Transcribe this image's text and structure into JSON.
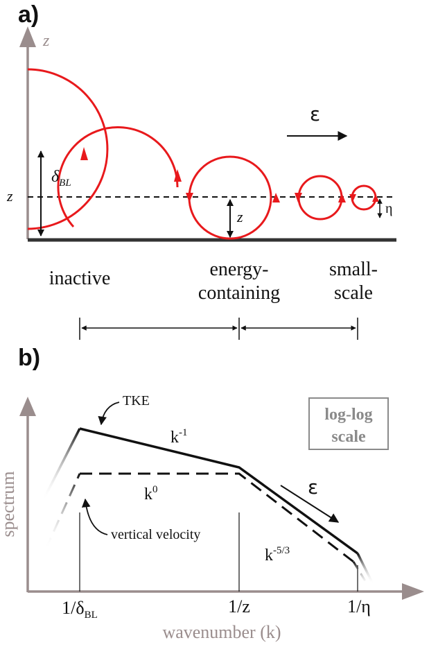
{
  "panel_a": {
    "label": "a)",
    "z_axis_label": "z",
    "z_level_label": "z",
    "delta_label": "δ",
    "delta_sub": "BL",
    "eddy_z_label": "z",
    "eta_label": "η",
    "epsilon_label": "ε",
    "regions": {
      "inactive": "inactive",
      "energy_line1": "energy-",
      "energy_line2": "containing",
      "small_line1": "small-",
      "small_line2": "scale"
    }
  },
  "panel_b": {
    "label": "b)",
    "ylabel": "spectrum",
    "xlabel": "wavenumber (k)",
    "scale_box_line1": "log-log",
    "scale_box_line2": "scale",
    "tke_label": "TKE",
    "vertical_velocity_label": "vertical velocity",
    "epsilon_label": "ε",
    "slope_k_minus1": {
      "base": "k",
      "exp": "-1"
    },
    "slope_k_0": {
      "base": "k",
      "exp": "0"
    },
    "slope_k_minus53": {
      "base": "k",
      "exp": "-5/3"
    },
    "ticks": {
      "t1_prefix": "1/δ",
      "t1_sub": "BL",
      "t2": "1/z",
      "t3": "1/η"
    }
  },
  "colors": {
    "eddy_red": "#e8191c",
    "axis_gray": "#9a8d8d",
    "ink": "#111111",
    "scale_box_gray": "#8a8a8a"
  }
}
